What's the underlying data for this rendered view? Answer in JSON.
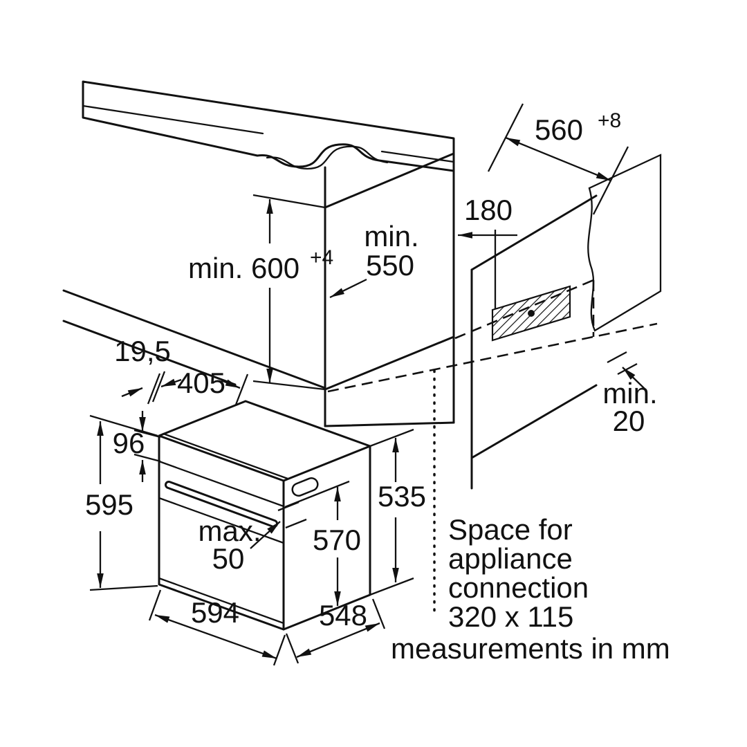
{
  "diagram": {
    "units_note": "measurements in mm",
    "connection_note": {
      "line1": "Space for",
      "line2": "appliance",
      "line3": "connection",
      "line4": "320 x 115"
    },
    "dims": {
      "niche_width": "560",
      "niche_width_tolerance": "+8",
      "niche_height": "min. 600",
      "niche_height_tolerance": "+4",
      "niche_depth_prefix": "min.",
      "niche_depth": "550",
      "connection_offset": "180",
      "rear_gap_prefix": "min.",
      "rear_gap": "20",
      "front_lip": "19,5",
      "top_depth": "405",
      "panel_height": "96",
      "oven_height": "595",
      "rear_height": "535",
      "door_height": "570",
      "handle_prefix": "max.",
      "handle_clearance": "50",
      "oven_width": "594",
      "oven_depth": "548"
    },
    "colors": {
      "surface_gray": "#d8d8d8",
      "line": "#111111"
    }
  }
}
